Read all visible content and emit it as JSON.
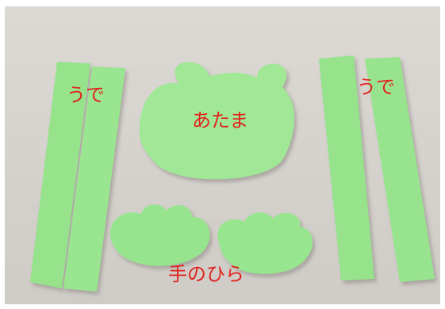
{
  "labels": {
    "left_arm": "うで",
    "head": "あたま",
    "right_arm": "うで",
    "palms": "手のひら"
  },
  "colors": {
    "background": "#d6d2ce",
    "paper_green": "#97e48e",
    "label_red": "#e1231e"
  }
}
